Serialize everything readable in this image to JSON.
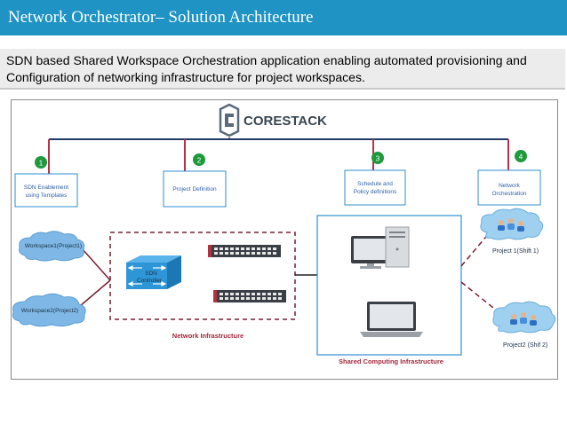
{
  "header": {
    "title": "Network Orchestrator– Solution Architecture"
  },
  "subtitle": {
    "text": "SDN based Shared Workspace Orchestration application enabling automated provisioning and Configuration of networking infrastructure for project workspaces."
  },
  "brand": {
    "name": "CORESTACK"
  },
  "steps": [
    {
      "number": "1",
      "label_line1": "SDN Enablement",
      "label_line2": "using Templates"
    },
    {
      "number": "2",
      "label_line1": "Project Definition",
      "label_line2": ""
    },
    {
      "number": "3",
      "label_line1": "Schedule and",
      "label_line2": "Policy definitions"
    },
    {
      "number": "4",
      "label_line1": "Network",
      "label_line2": "Orchestration"
    }
  ],
  "workspaces": [
    {
      "label": "Workspace1(Project1)"
    },
    {
      "label": "Workspace2(Project2)"
    }
  ],
  "controller": {
    "line1": "SDN",
    "line2": "Controller"
  },
  "network_infrastructure": {
    "label": "Network Infrastructure"
  },
  "shared_computing": {
    "label": "Shared Computing Infrastructure"
  },
  "projects": [
    {
      "label": "Project 1(Shift 1)"
    },
    {
      "label": "Project2 (Shif 2)"
    }
  ],
  "colors": {
    "title_bar": "#1f93c3",
    "connector": "#b7314a",
    "accent_blue": "#2e8fd0",
    "badge_green": "#1e9a3c"
  }
}
